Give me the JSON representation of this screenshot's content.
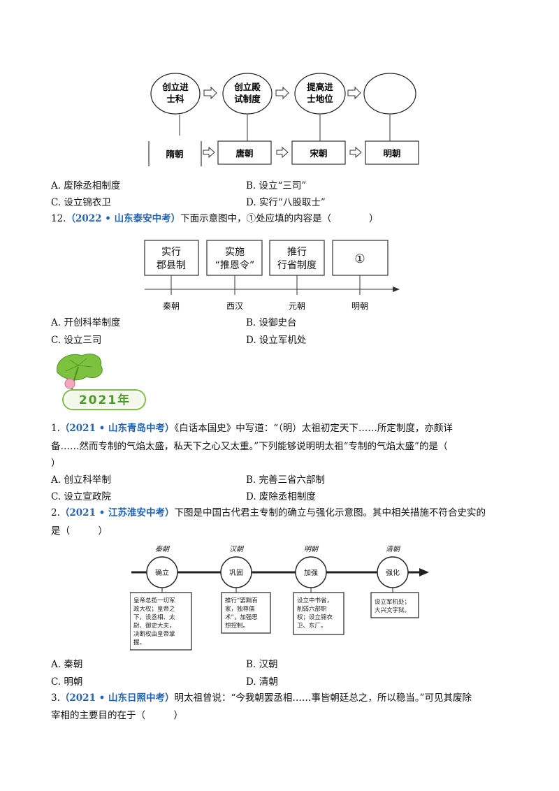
{
  "fig1": {
    "ellipses": [
      "创立进士科",
      "创立殿试制度",
      "提高进士地位",
      ""
    ],
    "boxes": [
      "隋朝",
      "唐朝",
      "宋朝",
      "明朝"
    ]
  },
  "q_prev_options": {
    "A": "A. 废除丞相制度",
    "B": "B. 设立“三司”",
    "C": "C. 设立锦衣卫",
    "D": "D. 实行“八股取士”"
  },
  "q12": {
    "number": "12.",
    "source": "（2022 • 山东泰安中考）",
    "stem": "下面示意图中，①处应填的内容是（　　　　）",
    "boxes": [
      {
        "line1": "实行",
        "line2": "郡县制"
      },
      {
        "line1": "实施",
        "line2": "“推恩令”"
      },
      {
        "line1": "推行",
        "line2": "行省制度"
      },
      {
        "line1": "①",
        "line2": ""
      }
    ],
    "dynasties": [
      "秦朝",
      "西汉",
      "元朝",
      "明朝"
    ],
    "options": {
      "A": "A. 开创科举制度",
      "B": "B. 设御史台",
      "C": "C. 设立三司",
      "D": "D. 设立军机处"
    }
  },
  "year_banner": "2021年",
  "q1": {
    "number": "1.",
    "source": "（2021 • 山东青岛中考）",
    "line1": "《白话本国史》中写道：“（明）太祖初定天下……所定制度，亦颇详",
    "line2": "备……然而专制的气焰太盛，私天下之心又太重。”下列能够说明明太祖“专制的气焰太盛”的是（",
    "line3": "）",
    "options": {
      "A": "A. 创立科举制",
      "B": "B. 完善三省六部制",
      "C": "C. 设立宣政院",
      "D": "D. 废除丞相制度"
    }
  },
  "q2": {
    "number": "2.",
    "source": "（2021 • 江苏淮安中考）",
    "line1": "下图是中国古代君主专制的确立与强化示意图。其中相关措施不符合史实的",
    "line2": "是（　　　）",
    "dynasties": [
      "秦朝",
      "汉朝",
      "明朝",
      "清朝"
    ],
    "stages": [
      "确立",
      "巩固",
      "加强",
      "强化"
    ],
    "notes": [
      [
        "皇帝总揽一切军",
        "政大权；皇帝之",
        "下，设丞相、太",
        "尉、御史大夫，",
        "决断权由皇帝掌",
        "握。"
      ],
      [
        "推行“罢黜百",
        "家，独尊儒",
        "术”，加强思",
        "想控制。"
      ],
      [
        "设立中书省，",
        "削弱六部职",
        "权；设立锦衣",
        "卫、东厂。"
      ],
      [
        "设立军机处；",
        "大兴文字狱。"
      ]
    ],
    "options": {
      "A": "A. 秦朝",
      "B": "B. 汉朝",
      "C": "C. 明朝",
      "D": "D. 清朝"
    }
  },
  "q3": {
    "number": "3.",
    "source": "（2021 • 山东日照中考）",
    "line1": "明太祖曾说：“今我朝罢丞相……事皆朝廷总之，所以稳当。”可见其废除",
    "line2": "宰相的主要目的在于（　　　）"
  }
}
